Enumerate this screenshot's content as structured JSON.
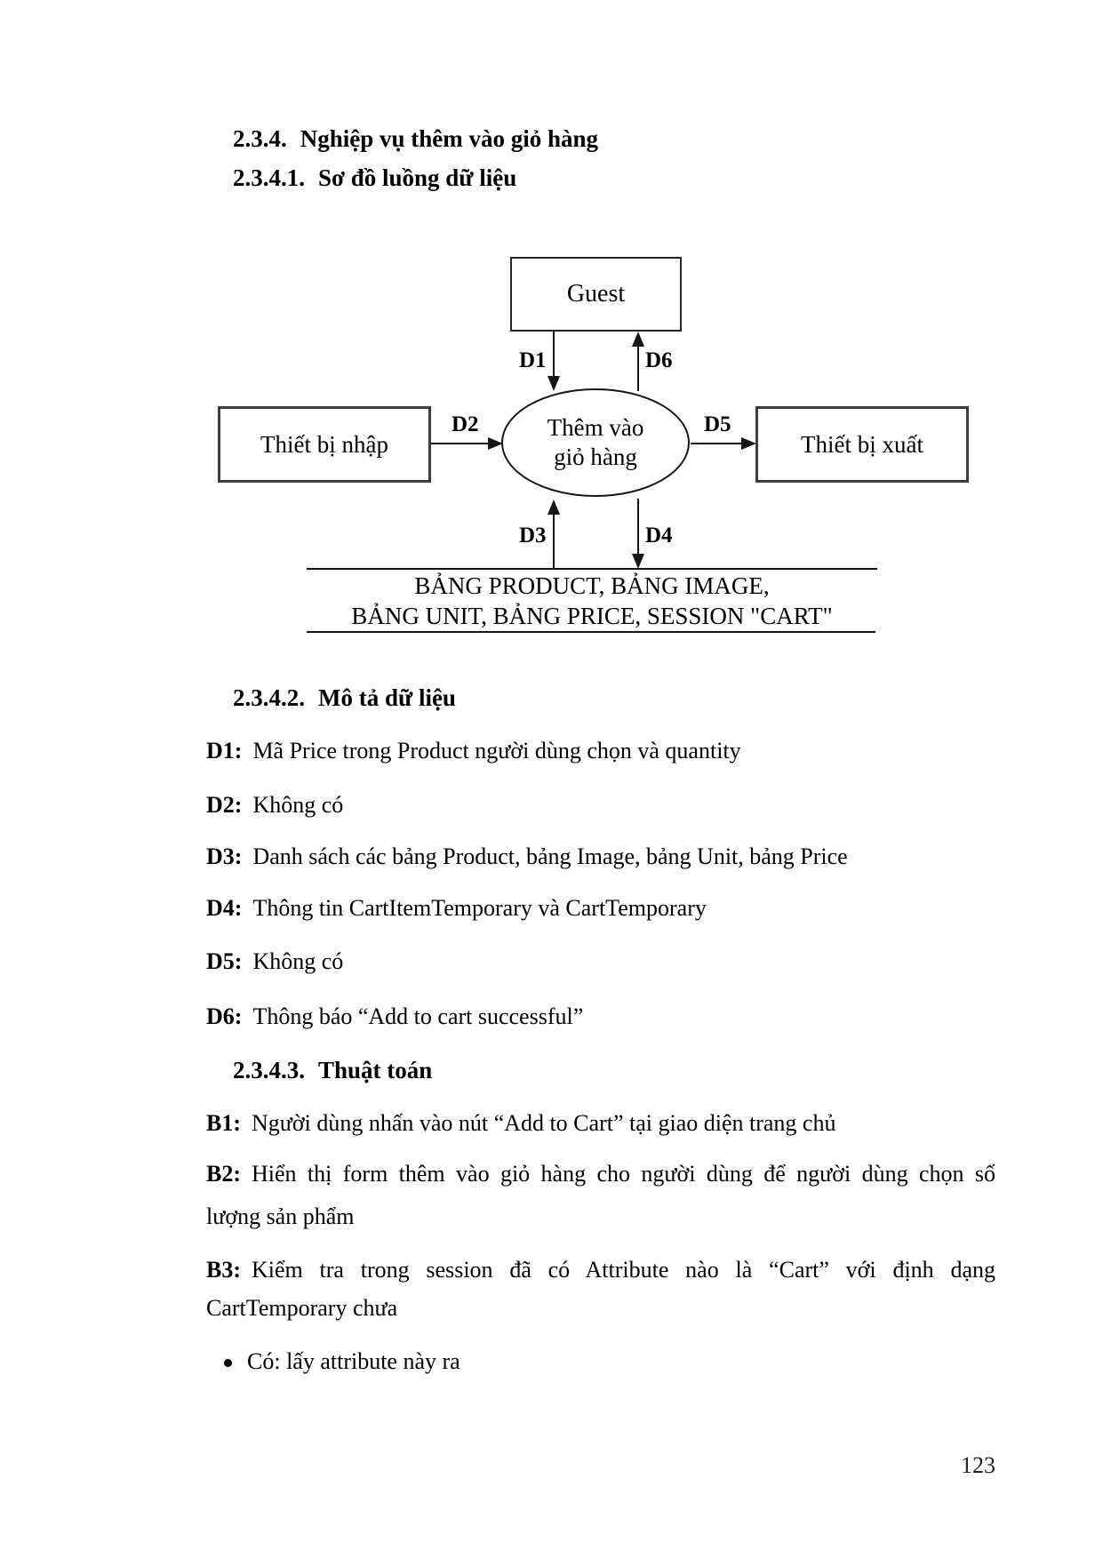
{
  "headings": {
    "s1": {
      "num": "2.3.4.",
      "title": "Nghiệp vụ thêm vào giỏ hàng"
    },
    "s2": {
      "num": "2.3.4.1.",
      "title": "Sơ đồ luồng dữ liệu"
    },
    "s3": {
      "num": "2.3.4.2.",
      "title": "Mô tả dữ liệu"
    },
    "s4": {
      "num": "2.3.4.3.",
      "title": "Thuật toán"
    }
  },
  "diagram": {
    "entity": "Guest",
    "process": {
      "line1": "Thêm vào",
      "line2": "giỏ hàng"
    },
    "input_device": "Thiết bị nhập",
    "output_device": "Thiết bị xuất",
    "flow_labels": {
      "d1": "D1",
      "d2": "D2",
      "d3": "D3",
      "d4": "D4",
      "d5": "D5",
      "d6": "D6"
    },
    "datastore": {
      "line1": "BẢNG PRODUCT, BẢNG IMAGE,",
      "line2": "BẢNG UNIT, BẢNG PRICE, SESSION \"CART\""
    }
  },
  "data_flows": [
    {
      "label": "D1:",
      "text": "Mã Price trong Product người dùng chọn và quantity"
    },
    {
      "label": "D2:",
      "text": "Không có"
    },
    {
      "label": "D3:",
      "text": "Danh sách các bảng Product, bảng Image, bảng Unit, bảng Price"
    },
    {
      "label": "D4:",
      "text": "Thông tin CartItemTemporary và CartTemporary"
    },
    {
      "label": "D5:",
      "text": "Không có"
    },
    {
      "label": "D6:",
      "text": "Thông báo “Add to cart successful”"
    }
  ],
  "algorithm": {
    "b1": {
      "label": "B1:",
      "text": "Người dùng nhấn vào nút “Add to Cart” tại giao diện trang chủ"
    },
    "b2": {
      "label": "B2:",
      "line1": "Hiển thị form thêm vào giỏ hàng cho người dùng để người dùng chọn số",
      "line2": "lượng sản phẩm"
    },
    "b3": {
      "label": "B3:",
      "line1": "Kiểm tra trong session đã có Attribute nào là “Cart” với định dạng",
      "line2": "CartTemporary chưa"
    },
    "bullet1": "Có: lấy attribute này ra"
  },
  "page_number": "123"
}
